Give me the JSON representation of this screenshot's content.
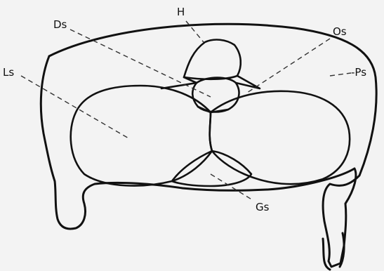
{
  "figure": {
    "background": "#f3f3f3",
    "line_color": "#111111",
    "labels": {
      "h": "H",
      "ds": "Ds",
      "os": "Os",
      "ls": "Ls",
      "ps": "-Ps",
      "gs": "Gs"
    }
  }
}
